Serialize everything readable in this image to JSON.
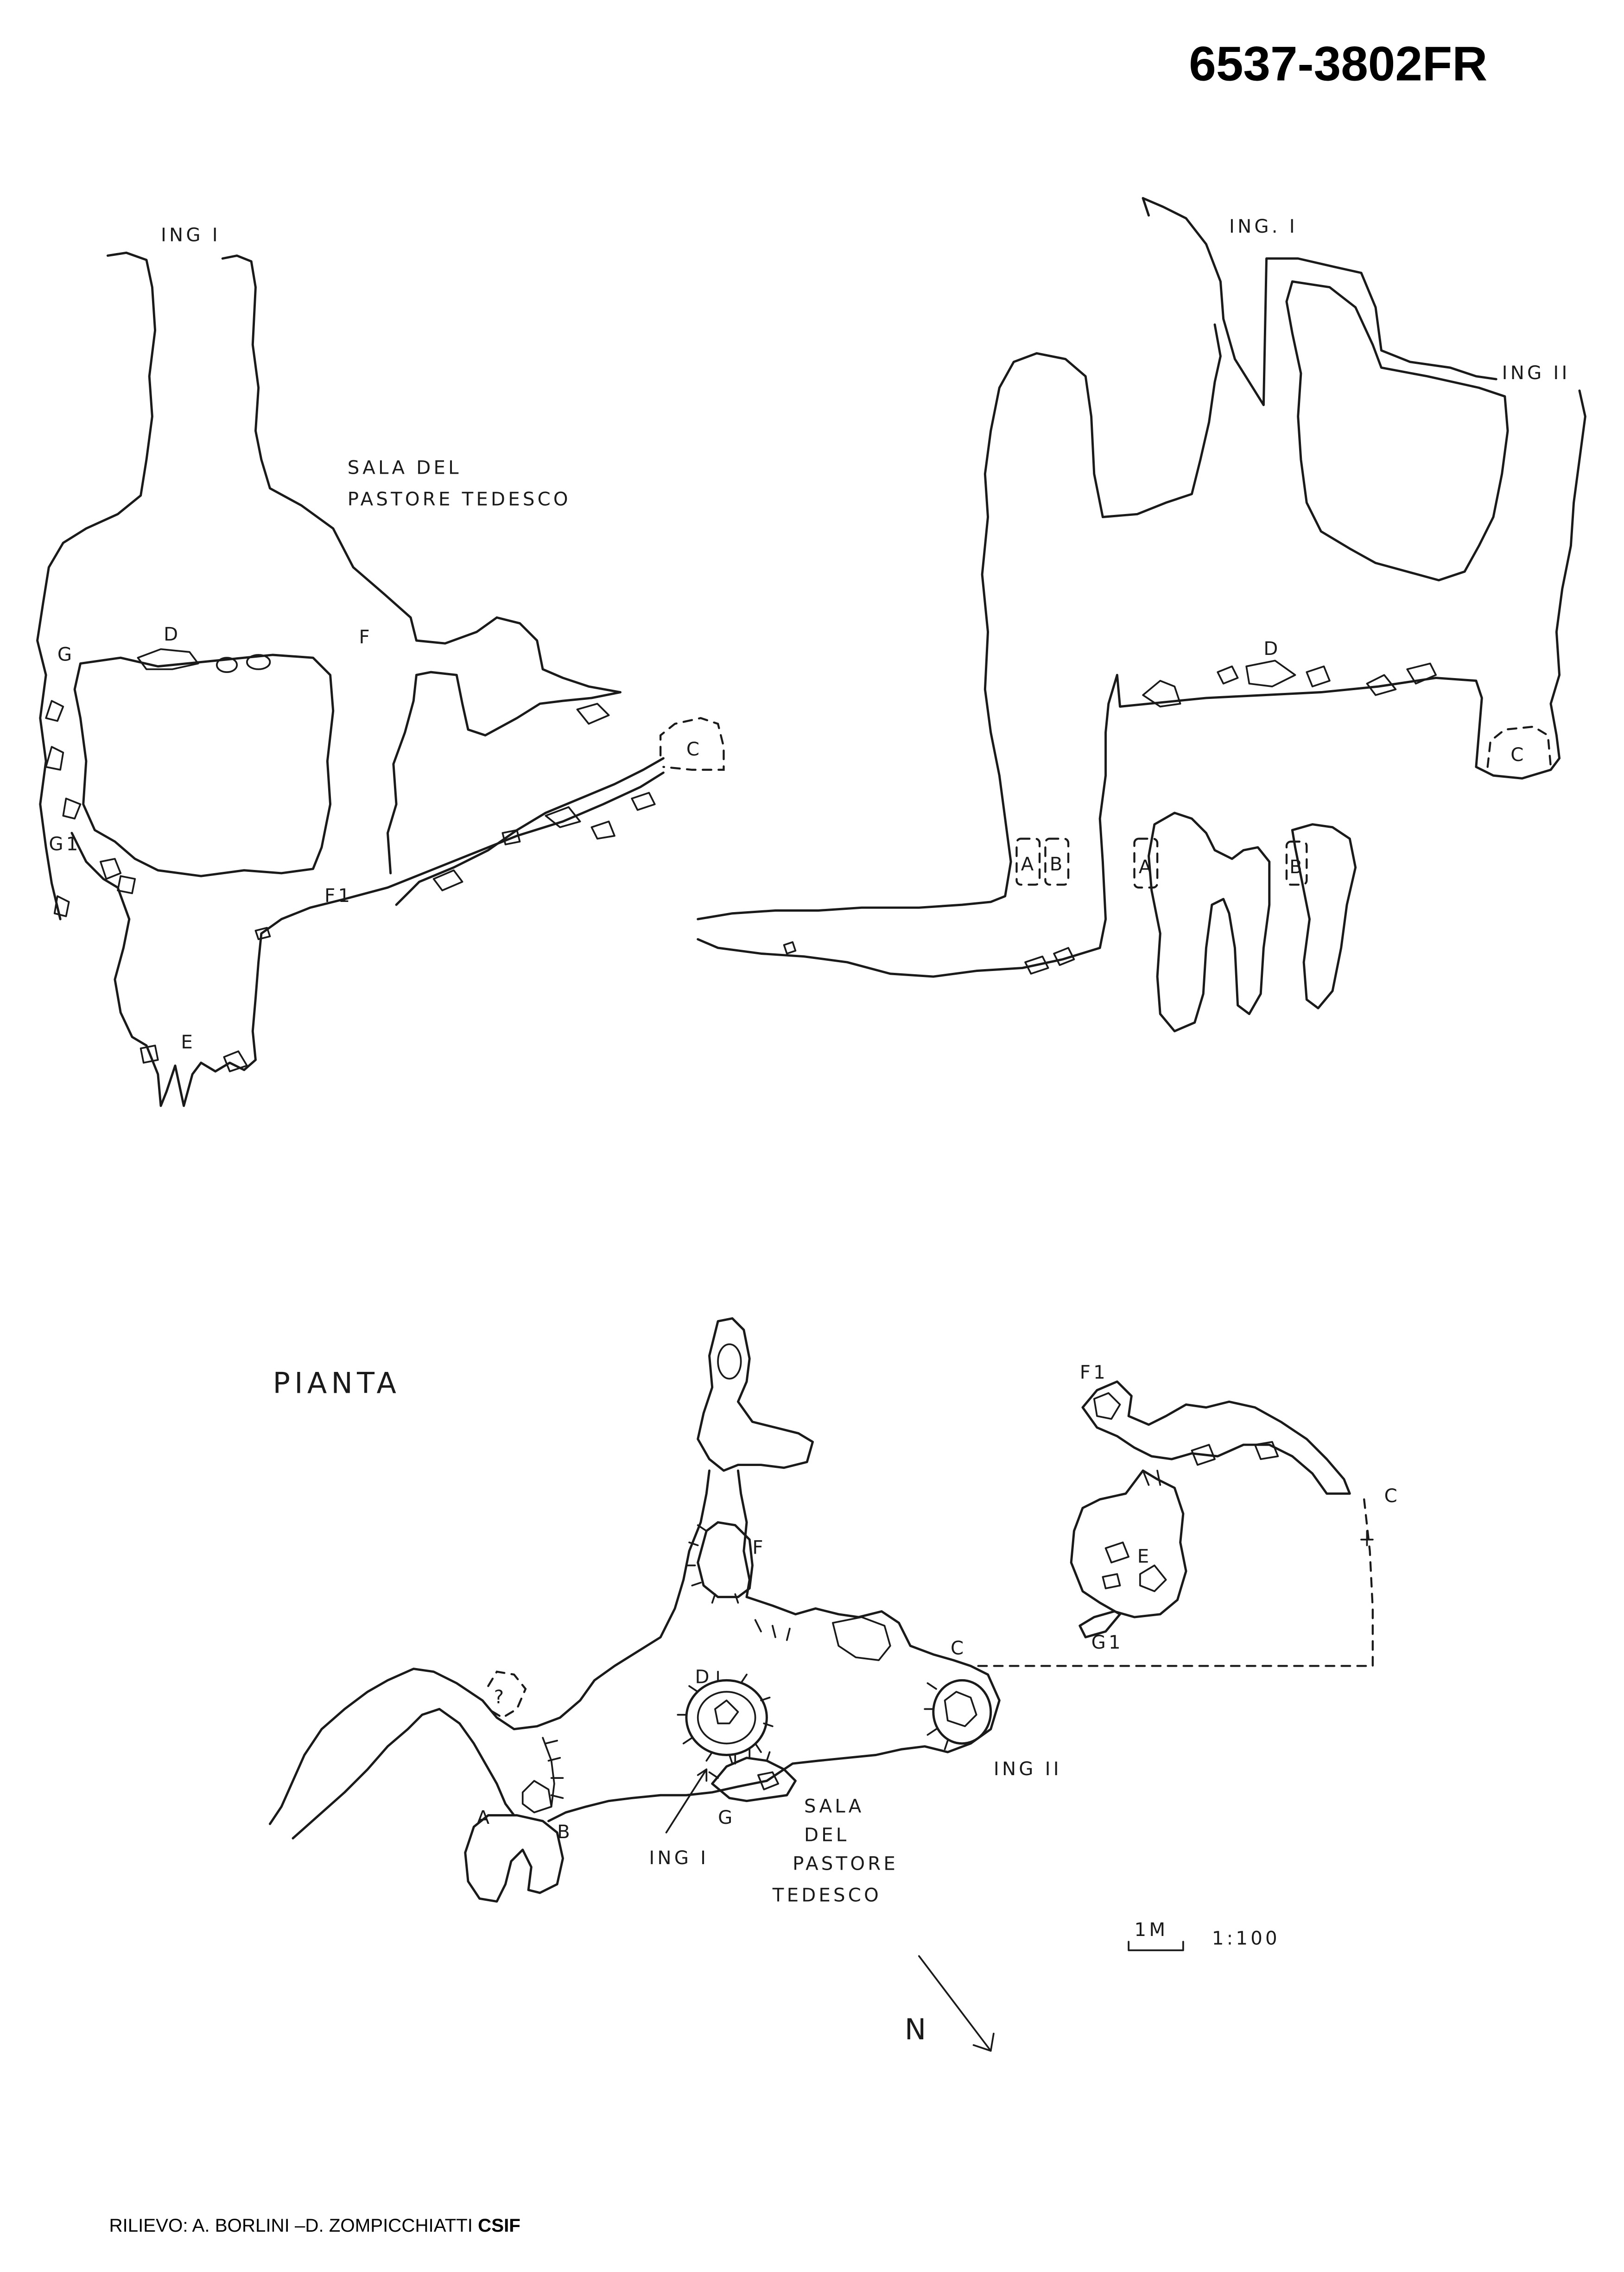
{
  "header": {
    "cave_id": "6537-3802FR"
  },
  "section_left": {
    "entrance_1": "ING I",
    "room_line1": "SALA DEL",
    "room_line2": "PASTORE TEDESCO",
    "point_d": "D",
    "point_f": "F",
    "point_g": "G",
    "point_c": "C",
    "point_g1": "G1",
    "point_f1": "F1",
    "point_e": "E"
  },
  "section_right": {
    "entrance_1": "ING. I",
    "entrance_2": "ING II",
    "point_d": "D",
    "point_c": "C",
    "point_a": "A",
    "point_b": "B",
    "point_a2": "A",
    "point_b2": "B"
  },
  "plan": {
    "heading": "PIANTA",
    "point_f": "F",
    "point_f1": "F1",
    "point_e": "E",
    "point_c": "C",
    "point_c2": "C",
    "point_g1": "G1",
    "point_d": "D",
    "point_question": "?",
    "point_a": "A",
    "point_b": "B",
    "point_g": "G",
    "entrance_2": "ING II",
    "entrance_1": "ING I",
    "room_line1": "SALA",
    "room_line2": "DEL",
    "room_line3": "PASTORE",
    "room_line4": "TEDESCO",
    "scale_bar": "1M",
    "scale_ratio": "1:100",
    "north": "N"
  },
  "footer": {
    "credits": "RILIEVO: A. BORLINI –D. ZOMPICCHIATTI",
    "org": "CSIF"
  }
}
